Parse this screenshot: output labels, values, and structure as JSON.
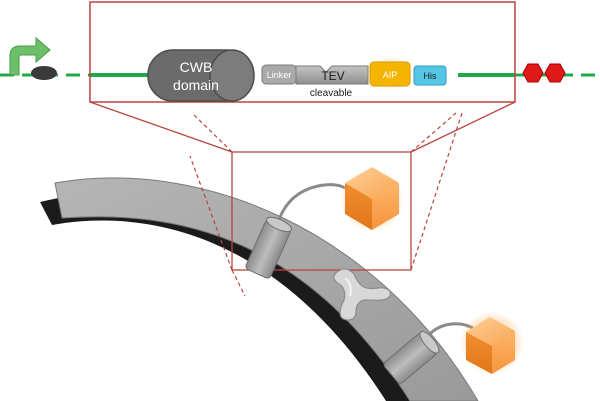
{
  "construct": {
    "cwb_line1": "CWB",
    "cwb_line2": "domain",
    "linker": "Linker",
    "tev_line1": "TEV",
    "tev_line2": "cleavable",
    "aip": "AIP",
    "his": "His"
  },
  "colors": {
    "dna_line": "#1faa4a",
    "promoter_arrow": "#6cc06a",
    "frame": "#b8453e",
    "terminator": "#e01818",
    "cwb": "#6b6b6b",
    "linker": "#a9a9a9",
    "tev": "#9a9a9a",
    "aip": "#f4b400",
    "his": "#56c6e6",
    "cube": "#f5973a",
    "cell_wall": "#a8a8a8"
  },
  "icons": [
    "promoter-arrow-icon",
    "ribosome-binding-icon",
    "terminator-icon",
    "tev-protease-icon",
    "aip-cube-icon"
  ]
}
